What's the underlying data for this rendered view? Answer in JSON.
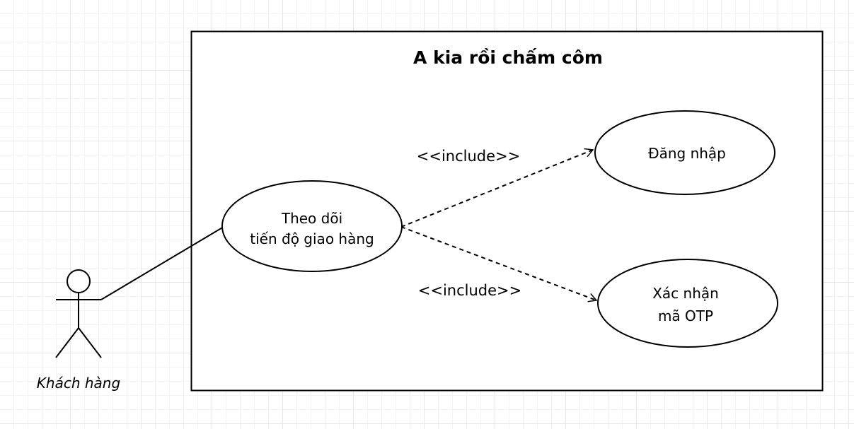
{
  "diagram": {
    "system_title": "A kia rồi chấm côm",
    "actor": {
      "label": "Khách hàng"
    },
    "use_cases": {
      "track": {
        "line1": "Theo dõi",
        "line2": "tiến độ giao hàng"
      },
      "login": {
        "line1": "Đăng nhập"
      },
      "otp": {
        "line1": "Xác nhận",
        "line2": "mã OTP"
      }
    },
    "relations": {
      "include_login": "<<include>>",
      "include_otp": "<<include>>"
    }
  }
}
